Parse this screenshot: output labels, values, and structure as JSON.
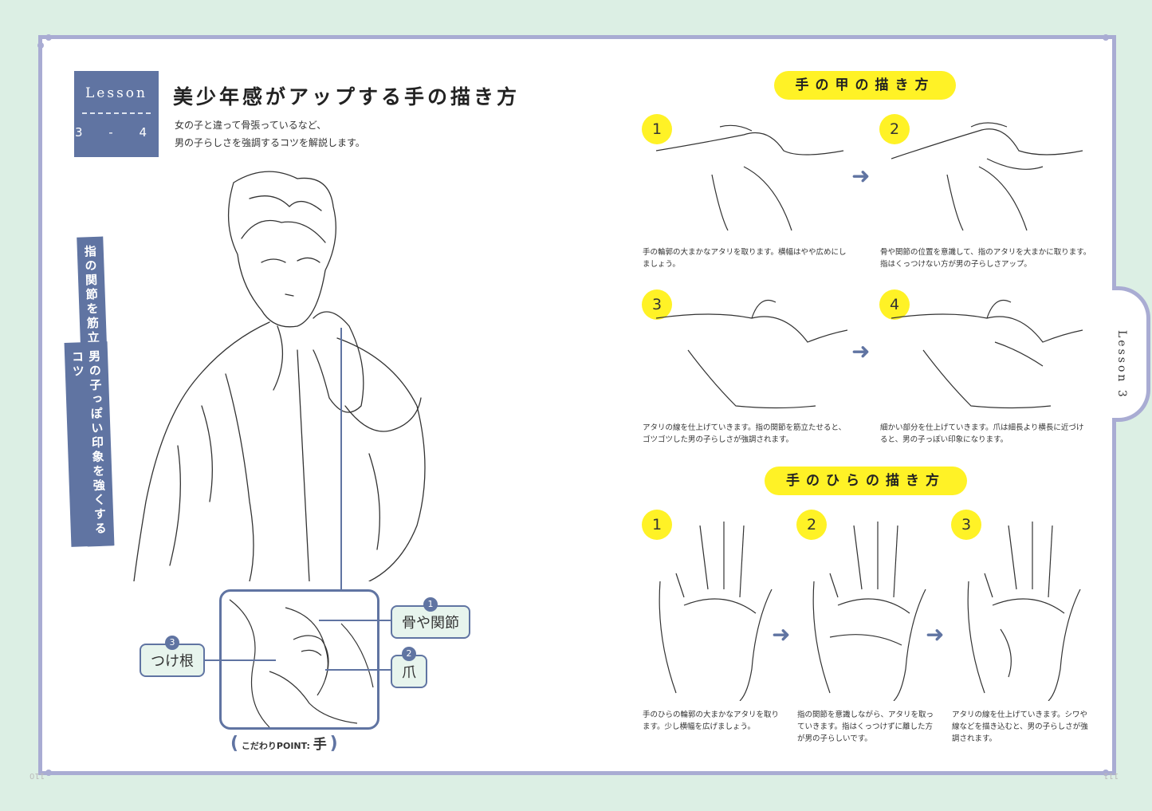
{
  "left": {
    "lesson_word": "Lesson",
    "lesson_number": "3 - 4",
    "title": "美少年感がアップする手の描き方",
    "subtitle_line1": "女の子と違って骨張っているなど、",
    "subtitle_line2": "男の子らしさを強調するコツを解説します。",
    "vtag1": "指の関節を筋立たせる、爪を横長にする……",
    "vtag2": "男の子っぽい印象を強くするコツ",
    "callouts": [
      {
        "num": "1",
        "label": "骨や関節"
      },
      {
        "num": "2",
        "label": "爪"
      },
      {
        "num": "3",
        "label": "つけ根"
      }
    ],
    "point_prefix": "こだわりPOINT:",
    "point_word": "手",
    "page_number": "110"
  },
  "right": {
    "tab_label": "Lesson 3",
    "section1_title": "手の甲の描き方",
    "section2_title": "手のひらの描き方",
    "back_steps": [
      {
        "num": "1",
        "line1": "手の輪郭の大まかなアタリを取ります。横幅はやや広めにし",
        "line2": "ましょう。"
      },
      {
        "num": "2",
        "line1": "骨や関節の位置を意識して、指のアタリを大まかに取ります。",
        "line2": "指はくっつけない方が男の子らしさアップ。"
      },
      {
        "num": "3",
        "line1": "アタリの線を仕上げていきます。指の関節を筋立たせると、",
        "line2": "ゴツゴツした男の子らしさが強調されます。"
      },
      {
        "num": "4",
        "line1": "細かい部分を仕上げていきます。爪は細長より横長に近づけ",
        "line2": "ると、男の子っぽい印象になります。"
      }
    ],
    "palm_steps": [
      {
        "num": "1",
        "line1": "手のひらの輪郭の大まかなアタリを取り",
        "line2": "ます。少し横幅を広げましょう。",
        "line3": ""
      },
      {
        "num": "2",
        "line1": "指の関節を意識しながら、アタリを取っ",
        "line2": "ていきます。指はくっつけずに離した方",
        "line3": "が男の子らしいです。"
      },
      {
        "num": "3",
        "line1": "アタリの線を仕上げていきます。シワや",
        "line2": "線などを描き込むと、男の子らしさが強",
        "line3": "調されます。"
      }
    ],
    "page_number": "111"
  }
}
